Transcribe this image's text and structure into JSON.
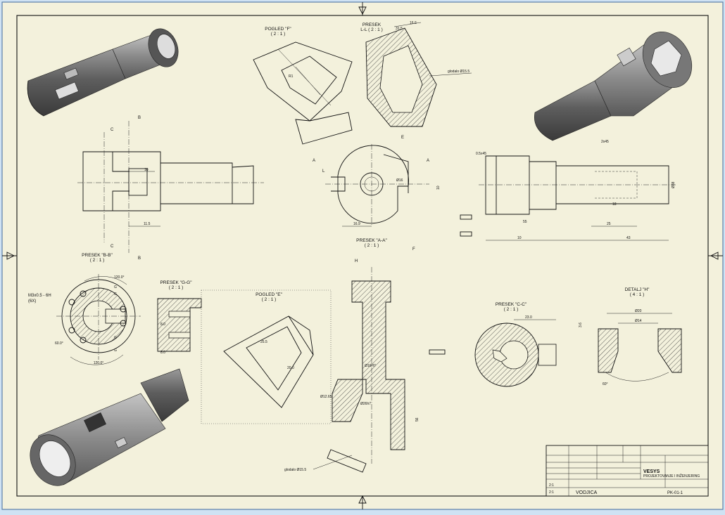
{
  "views": {
    "pogled_f": {
      "title": "POGLED \"F\"",
      "scale": "( 2 : 1 )"
    },
    "presek_ll": {
      "title": "PRESEK",
      "subtitle": "L-L  ( 2 : 1 )",
      "dim_top": "16.6",
      "dim_top2": "31.5",
      "note": "glodalo Ø15.5"
    },
    "presek_bb": {
      "title": "PRESEK \"B-B\"",
      "scale": "( 2 : 1 )",
      "dims": [
        "10",
        "11.5"
      ],
      "labels": [
        "B",
        "C",
        "C",
        "B"
      ]
    },
    "section_aa_top": {
      "labels": [
        "A",
        "A",
        "L",
        "E",
        "F"
      ],
      "dims": [
        "16.9",
        "Ø16",
        "10"
      ]
    },
    "side_view": {
      "dims": [
        "0.5x45",
        "2x45",
        "Ø38",
        "18",
        "25",
        "43",
        "55",
        "10"
      ]
    },
    "presek_gg": {
      "title": "PRESEK \"G-G\"",
      "scale": "( 2 : 1 )",
      "dims": [
        "8.0",
        "8.0"
      ]
    },
    "thread_view": {
      "note": "M3x0.5 - 6H",
      "note2": "(6X)",
      "dims": [
        "120.0°",
        "60.0°",
        "120.0°"
      ],
      "labels": [
        "G",
        "G",
        "G",
        "G"
      ]
    },
    "pogled_e": {
      "title": "POGLED \"E\"",
      "scale": "( 2 : 1 )",
      "dims": [
        "25.5",
        "20.0"
      ]
    },
    "presek_main": {
      "title": "PRESEK \"A-A\"",
      "scale": "( 2 : 1 )",
      "labels": [
        "H"
      ],
      "dims": [
        "Ø16H7",
        "Ø12.65",
        "Ø26h7",
        "56"
      ],
      "note": "glodalo Ø15.5"
    },
    "presek_cc": {
      "title": "PRESEK \"C-C\"",
      "scale": "( 2 : 1 )",
      "dims": [
        "23.0"
      ]
    },
    "detalj_h": {
      "title": "DETALJ \"H\"",
      "scale": "( 4 : 1 )",
      "dims": [
        "Ø20",
        "Ø14",
        "60°",
        "3.6"
      ]
    }
  },
  "title_block": {
    "company": "VESYS",
    "company_sub": "PROJEKTOVANJE I INŽENJERING",
    "part_name": "VODJICA",
    "drawing_no": "PK-01-1",
    "scale_a": "2:1",
    "scale_b": "2:1"
  },
  "colors": {
    "paper": "#f3f1dc",
    "border": "#cfe2f3",
    "line": "#111111",
    "part3d": "#6e6e6e"
  }
}
